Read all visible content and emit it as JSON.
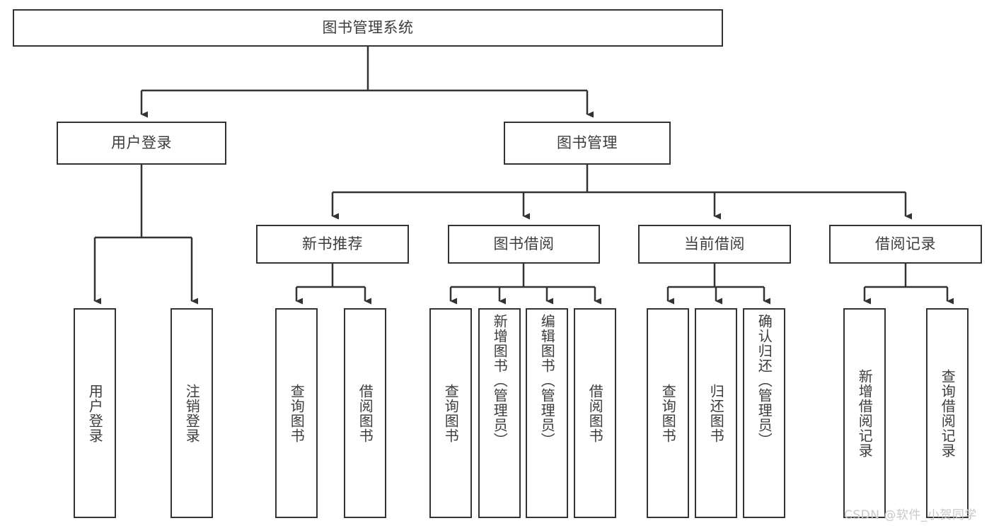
{
  "diagram": {
    "type": "tree-hierarchy-diagram",
    "title": "图书管理系统",
    "colors": {
      "box_border": "#333333",
      "box_fill": "#ffffff",
      "text": "#3d3d3d",
      "connector": "#333333",
      "watermark": "#c9c9c9",
      "background": "#ffffff"
    },
    "root": {
      "label": "图书管理系统"
    },
    "level2": [
      {
        "label": "用户登录"
      },
      {
        "label": "图书管理"
      }
    ],
    "level3": [
      {
        "label": "新书推荐"
      },
      {
        "label": "图书借阅"
      },
      {
        "label": "当前借阅"
      },
      {
        "label": "借阅记录"
      }
    ],
    "leaves": {
      "user_login": [
        {
          "label": "用户登录"
        },
        {
          "label": "注销登录"
        }
      ],
      "new_book_recommend": [
        {
          "label": "查询图书"
        },
        {
          "label": "借阅图书"
        }
      ],
      "book_borrow": [
        {
          "label": "查询图书"
        },
        {
          "label": "新增图书（管理员）"
        },
        {
          "label": "编辑图书（管理员）"
        },
        {
          "label": "借阅图书"
        }
      ],
      "current_borrow": [
        {
          "label": "查询图书"
        },
        {
          "label": "归还图书"
        },
        {
          "label": "确认归还（管理员）"
        }
      ],
      "borrow_record": [
        {
          "label": "新增借阅记录"
        },
        {
          "label": "查询借阅记录"
        }
      ]
    }
  },
  "watermark": {
    "text": "CSDN @软件_小贺同学"
  }
}
